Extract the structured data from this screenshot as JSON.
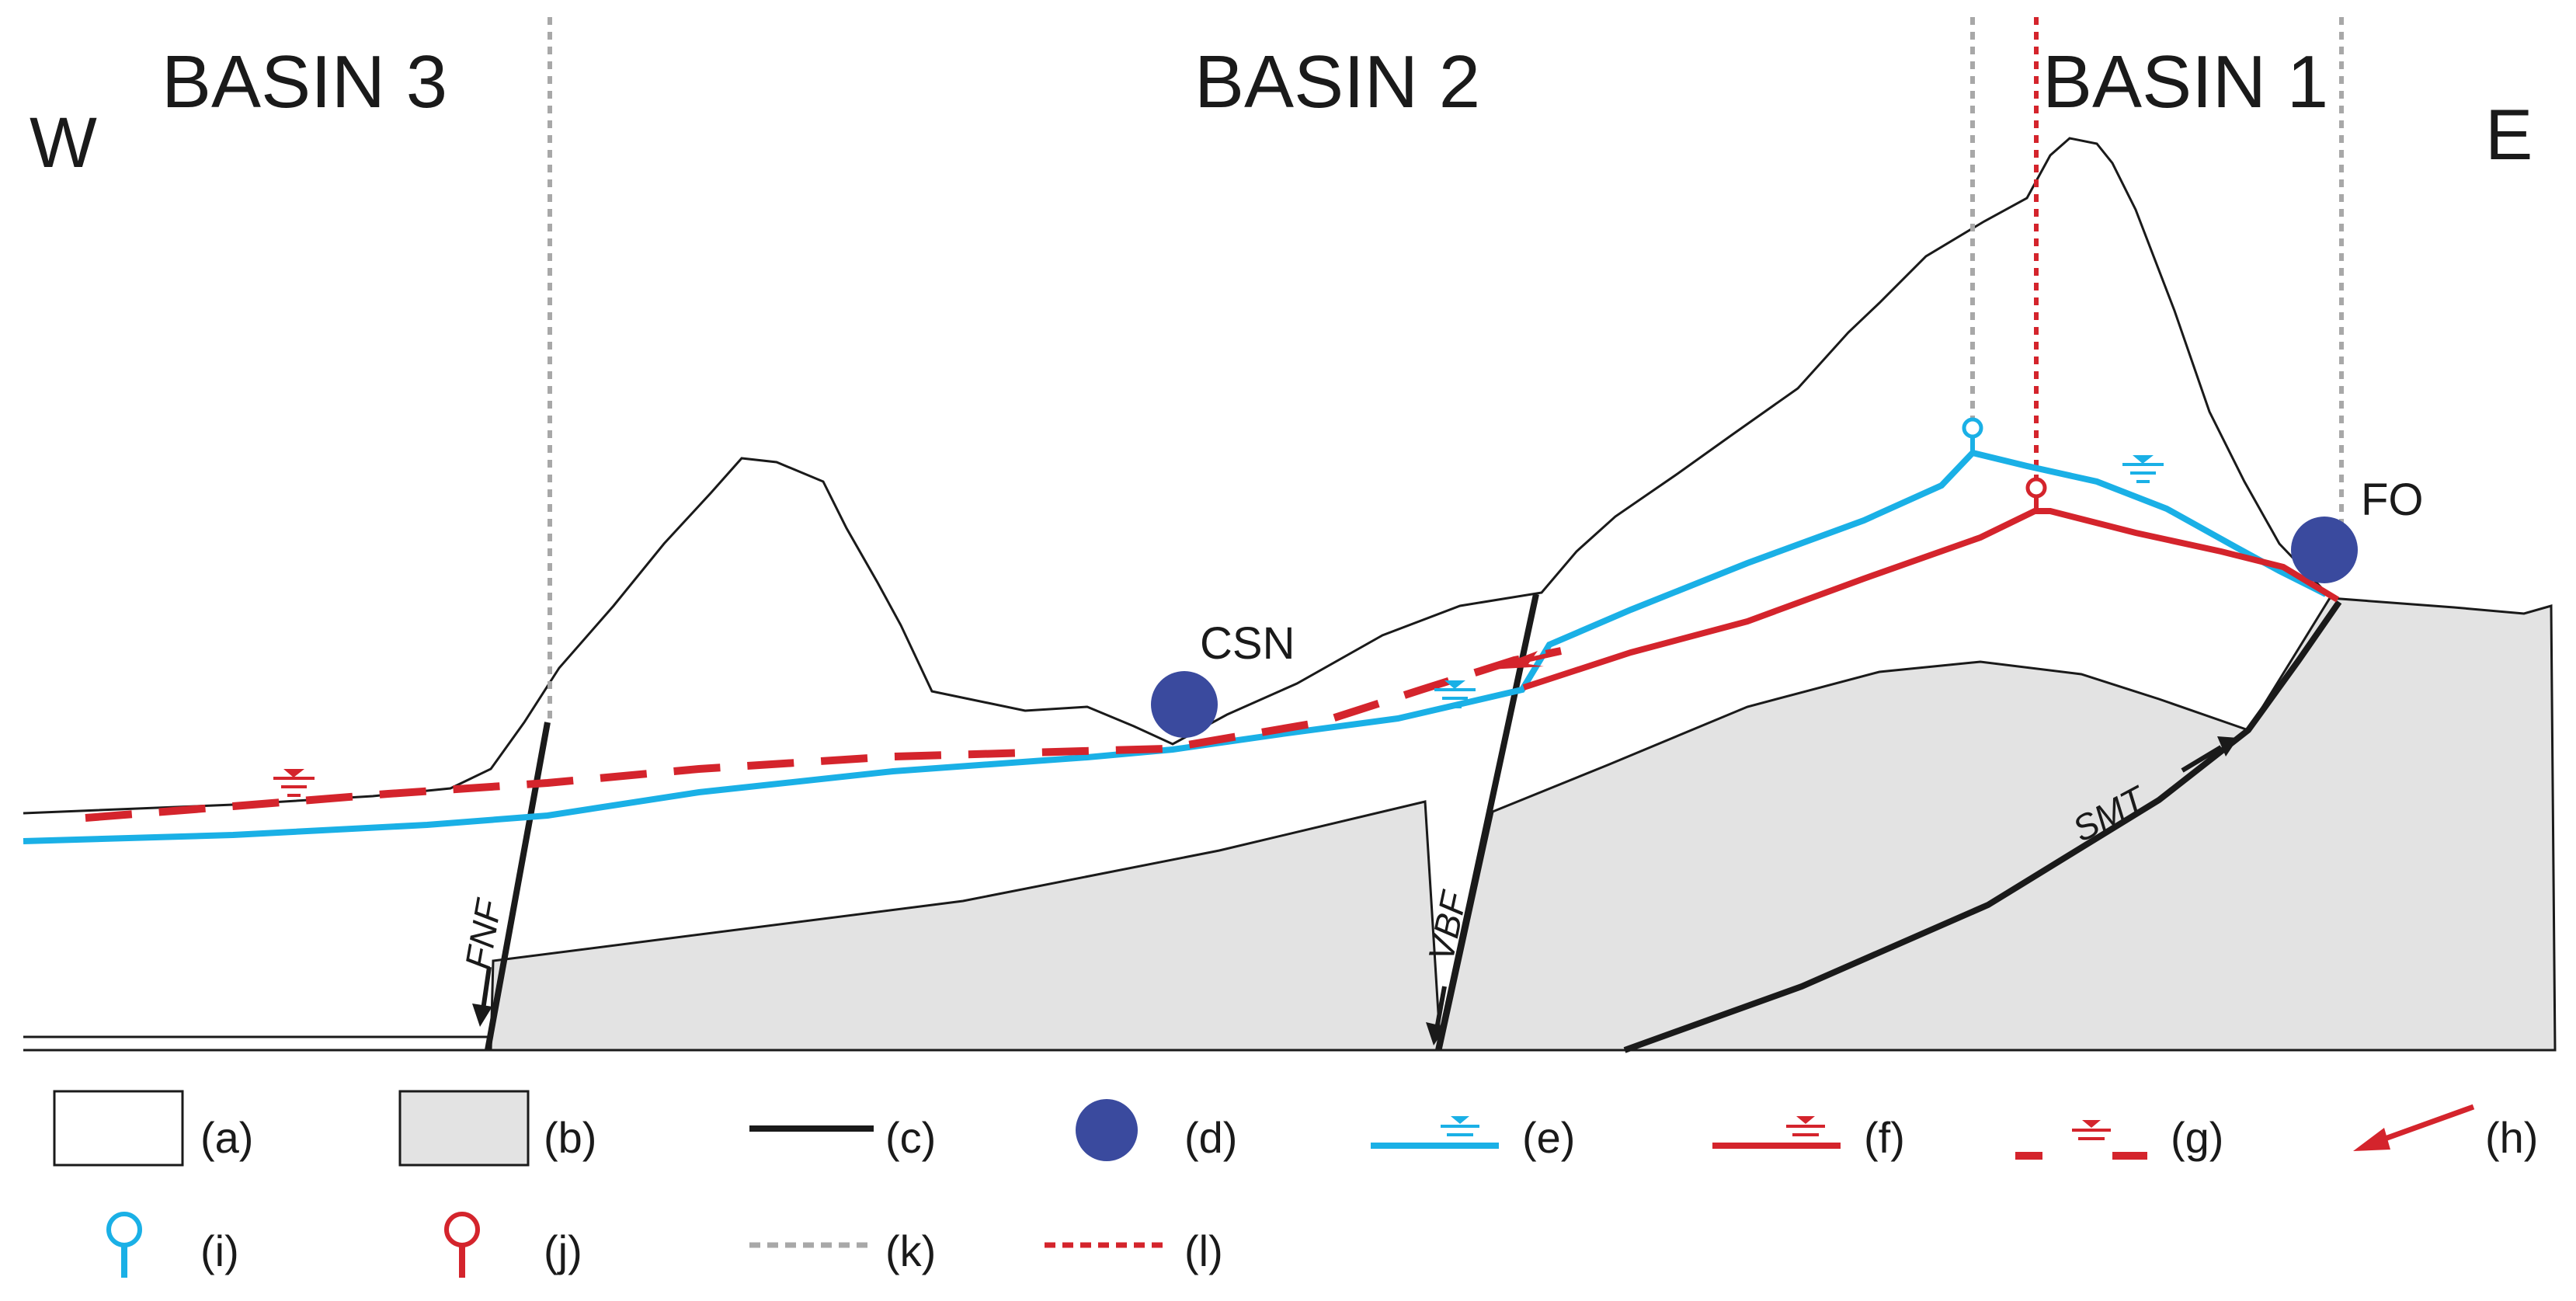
{
  "regions": {
    "basin3": "BASIN 3",
    "basin2": "BASIN 2",
    "basin1": "BASIN 1",
    "west": "W",
    "east": "E"
  },
  "sites": {
    "csn": "CSN",
    "fo": "FO"
  },
  "faults": {
    "fnf": "FNF",
    "vbf": "VBF",
    "smt": "SMT"
  },
  "legend": {
    "a": "(a)",
    "b": "(b)",
    "c": "(c)",
    "d": "(d)",
    "e": "(e)",
    "f": "(f)",
    "g": "(g)",
    "h": "(h)",
    "i": "(i)",
    "j": "(j)",
    "k": "(k)",
    "l": "(l)"
  },
  "colors": {
    "blue_line": "#1ab0e6",
    "red_line": "#d4242c",
    "spring_dot": "#3a4a9e",
    "bedrock_fill": "#e3e3e3",
    "divide_gray": "#a8a8a8"
  }
}
